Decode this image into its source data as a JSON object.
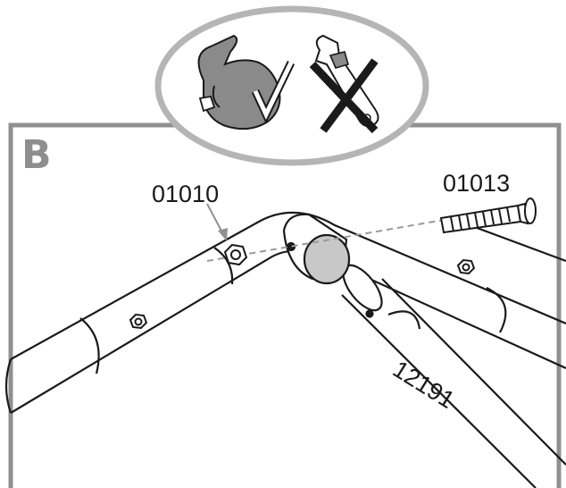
{
  "step_letter": "B",
  "parts": {
    "nut": "01010",
    "bolt": "01013",
    "tube": "12191"
  },
  "icons": {
    "allowed": "hand-tighten-icon",
    "forbidden": "wrench-crossed-icon"
  },
  "colors": {
    "frame": "#909090",
    "oval": "#b5b5b5",
    "hand": "#8a8a8a",
    "line": "#1a1a1a",
    "dash": "#9a9a9a",
    "cap": "#c8c8c8"
  }
}
